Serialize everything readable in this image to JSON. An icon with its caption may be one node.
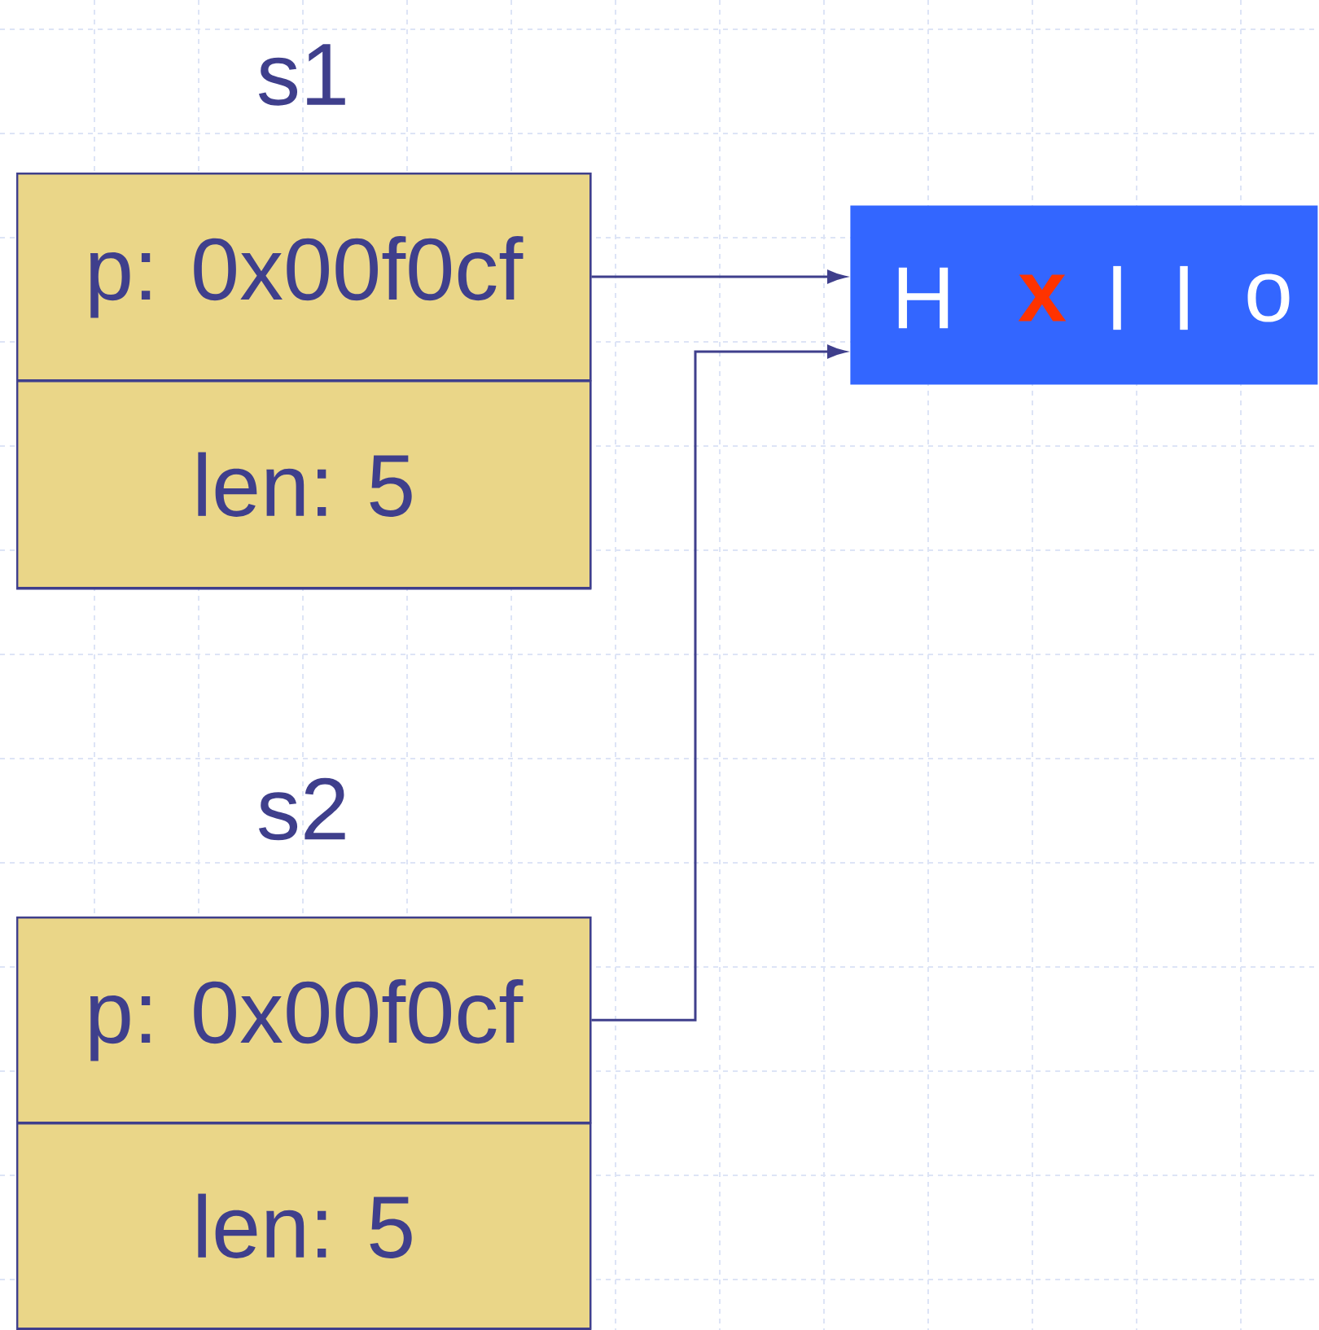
{
  "diagram": {
    "nodes": [
      {
        "text": [
          "s1"
        ]
      },
      {
        "text": [
          "p: 0x00f0cf"
        ],
        "in": 0
      },
      {
        "text": [
          "len: 5"
        ],
        "in": 0
      },
      {
        "text": [
          "s2"
        ]
      },
      {
        "text": [
          "p: 0x00f0cf"
        ],
        "in": 3
      },
      {
        "text": [
          "len: 5"
        ],
        "in": 3
      },
      {
        "text": [
          "H",
          "x",
          "l",
          "l",
          "o"
        ]
      }
    ],
    "edges": [
      {
        "from": 1,
        "to": 6,
        "arrow": "to"
      },
      {
        "from": 4,
        "to": 6,
        "arrow": "to"
      }
    ]
  }
}
